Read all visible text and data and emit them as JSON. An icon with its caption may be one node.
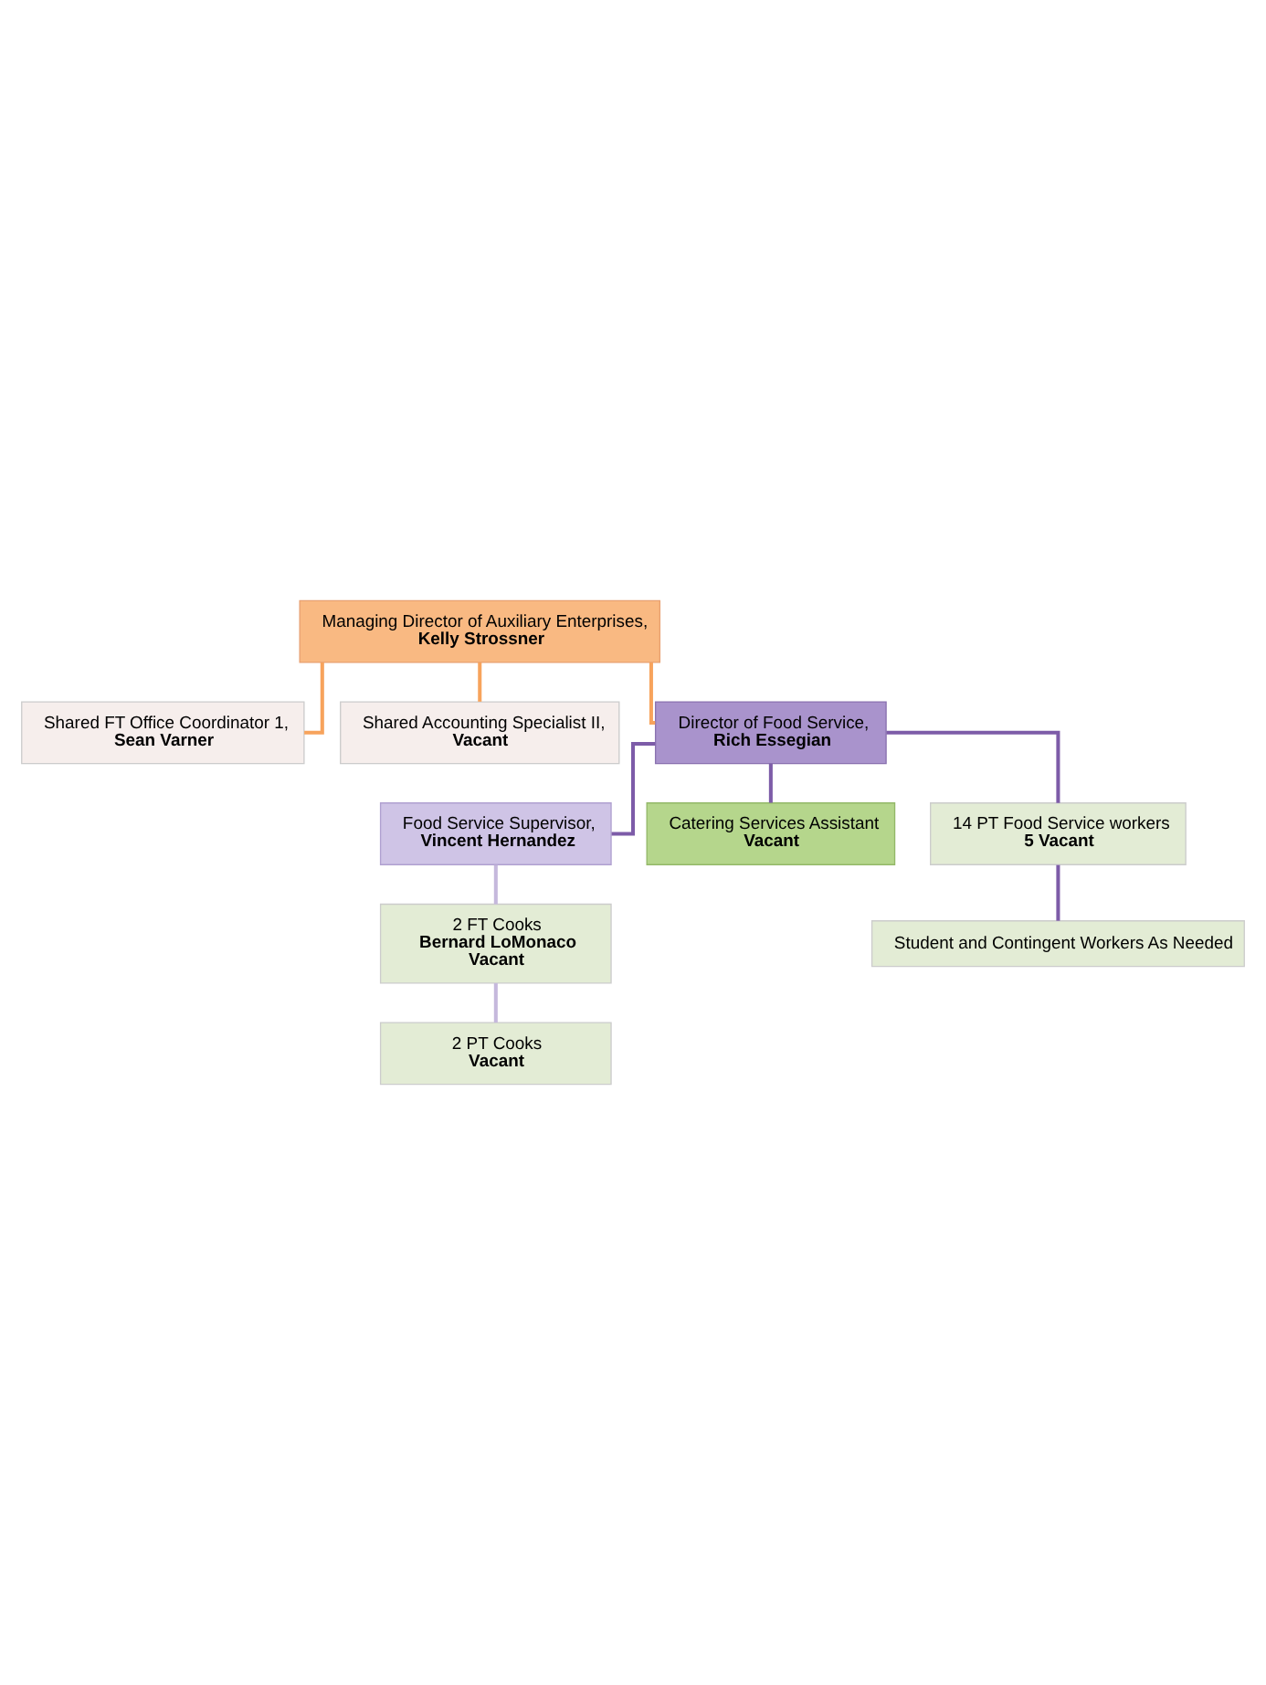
{
  "diagram": {
    "nodes": [
      {
        "text": [
          "Managing Director of Auxiliary Enterprises,",
          "Kelly Strossner"
        ]
      },
      {
        "text": [
          "Shared FT Office Coordinator 1,",
          "Sean Varner"
        ]
      },
      {
        "text": [
          "Shared Accounting Specialist II,",
          "Vacant"
        ]
      },
      {
        "text": [
          "Director of Food Service,",
          "Rich Essegian"
        ]
      },
      {
        "text": [
          "Food Service Supervisor,",
          "Vincent Hernandez"
        ]
      },
      {
        "text": [
          "Catering Services Assistant",
          "Vacant"
        ]
      },
      {
        "text": [
          "2 FT Cooks",
          "Bernard LoMonaco",
          "Vacant"
        ]
      },
      {
        "text": [
          "14 PT Food Service workers",
          "5 Vacant"
        ]
      },
      {
        "text": [
          "2 PT Cooks",
          "Vacant"
        ]
      },
      {
        "text": [
          "Student and Contingent Workers As Needed"
        ]
      }
    ],
    "edges": [
      {
        "from": 0,
        "to": 1,
        "arrow": "none",
        "color": "#f7a35c"
      },
      {
        "from": 0,
        "to": 2,
        "arrow": "none",
        "color": "#f7a35c"
      },
      {
        "from": 0,
        "to": 3,
        "arrow": "none",
        "color": "#f7a35c"
      },
      {
        "from": 3,
        "to": 4,
        "arrow": "none"
      },
      {
        "from": 3,
        "to": 5,
        "arrow": "none"
      },
      {
        "from": 3,
        "to": 7,
        "arrow": "none"
      },
      {
        "from": 4,
        "to": 6,
        "arrow": "none",
        "color": "#c5b8dc"
      },
      {
        "from": 6,
        "to": 8,
        "arrow": "none",
        "color": "#c5b8dc"
      },
      {
        "from": 7,
        "to": 9,
        "arrow": "none"
      }
    ]
  }
}
